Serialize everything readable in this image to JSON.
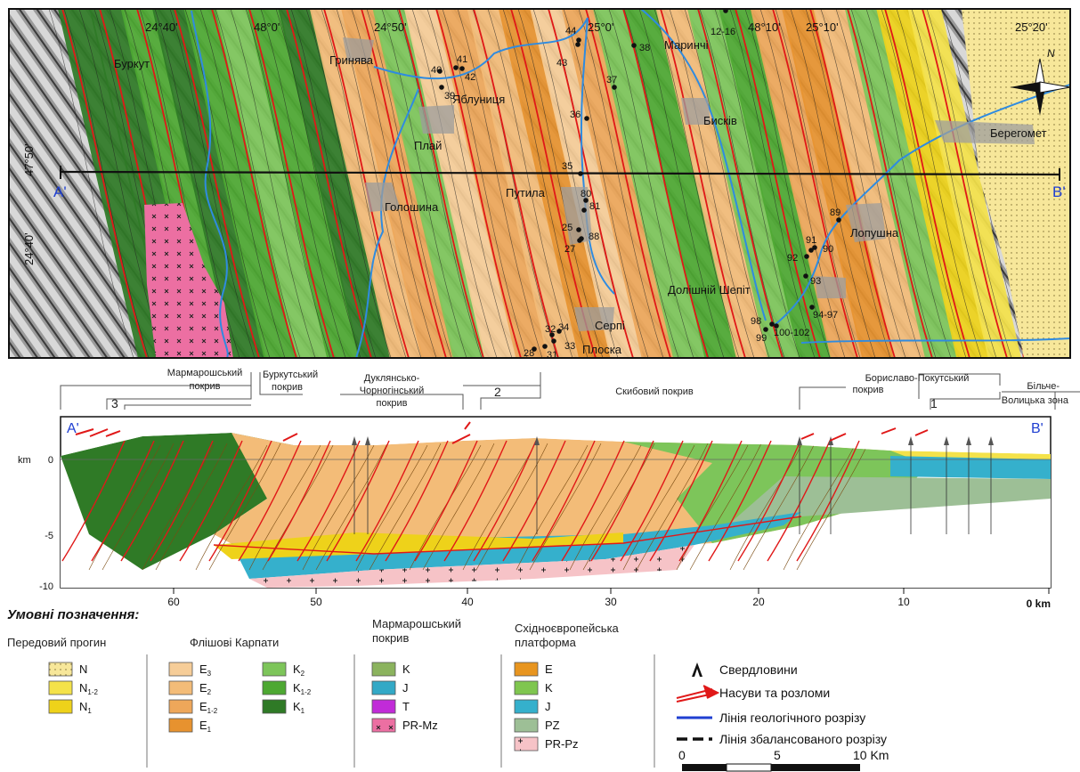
{
  "map": {
    "coords_top": [
      "24°40'",
      "48°0'",
      "24°50'",
      "25°0'",
      "48°10'",
      "25°10'",
      "25°20'"
    ],
    "coords_left": [
      "47°50'",
      "24°40'"
    ],
    "north_label": "N",
    "section_ends": {
      "left": "A'",
      "right": "B'"
    },
    "places": [
      "Буркут",
      "Гринява",
      "Яблуниця",
      "Плай",
      "Голошина",
      "Путила",
      "Маринчі",
      "Бисків",
      "Берегомет",
      "Лопушна",
      "Долішній Шепіт",
      "Серпі",
      "Плоска"
    ],
    "well_numbers": [
      "44",
      "43",
      "41",
      "40",
      "42",
      "39",
      "38",
      "37",
      "36",
      "12-16",
      "35",
      "80",
      "81",
      "25",
      "88",
      "27",
      "89",
      "91",
      "90",
      "92",
      "93",
      "94-97",
      "98",
      "99",
      "100-102",
      "32",
      "34",
      "33",
      "31",
      "28"
    ]
  },
  "structure": {
    "left_group": [
      "Мармарошський",
      "покрив"
    ],
    "marks": [
      "3",
      "2",
      "1"
    ],
    "units": [
      [
        "Буркутський",
        "покрив"
      ],
      [
        "Дуклянсько-",
        "Чорногінський",
        "покрив"
      ],
      [
        "Скибовий покрив"
      ],
      [
        "Бориславо-Покутський",
        "покрив"
      ],
      [
        "Більче-",
        "Волицька зона"
      ]
    ]
  },
  "section": {
    "ends": {
      "left": "A'",
      "right": "B'"
    },
    "depth_unit": "km",
    "depth_ticks": [
      "0",
      "-5",
      "-10"
    ],
    "distance_ticks": [
      "60",
      "50",
      "40",
      "30",
      "20",
      "10",
      "0 km"
    ]
  },
  "legend": {
    "title": "Умовні позначення:",
    "groups": [
      {
        "title": [
          "Передовий прогин"
        ],
        "items": [
          {
            "b": "N",
            "s": "",
            "color": "#f7e79a"
          },
          {
            "b": "N",
            "s": "1-2",
            "color": "#f4e24a"
          },
          {
            "b": "N",
            "s": "1",
            "color": "#eed21a"
          }
        ]
      },
      {
        "title": [
          "Флішові Карпати"
        ],
        "items": [
          {
            "b": "E",
            "s": "3",
            "color": "#f6cd98"
          },
          {
            "b": "E",
            "s": "2",
            "color": "#f3bc78"
          },
          {
            "b": "E",
            "s": "1-2",
            "color": "#eea75a"
          },
          {
            "b": "E",
            "s": "1",
            "color": "#e7922f"
          },
          {
            "b": "K",
            "s": "2",
            "color": "#7dc55a"
          },
          {
            "b": "K",
            "s": "1-2",
            "color": "#4da832"
          },
          {
            "b": "K",
            "s": "1",
            "color": "#2f7a26"
          }
        ]
      },
      {
        "title": [
          "Мармарошський",
          "покрив"
        ],
        "items": [
          {
            "b": "K",
            "s": "",
            "color": "#8bb35e"
          },
          {
            "b": "J",
            "s": "",
            "color": "#33a9c6"
          },
          {
            "b": "T",
            "s": "",
            "color": "#c12bd8"
          },
          {
            "b": "PR-Mz",
            "s": "",
            "color": "#ec6fa2"
          }
        ]
      },
      {
        "title": [
          "Східноєвропейська",
          "платформа"
        ],
        "items": [
          {
            "b": "E",
            "s": "",
            "color": "#e8951f"
          },
          {
            "b": "K",
            "s": "",
            "color": "#7fc64f"
          },
          {
            "b": "J",
            "s": "",
            "color": "#35b0cc"
          },
          {
            "b": "PZ",
            "s": "",
            "color": "#9dbf96"
          },
          {
            "b": "PR-Pz",
            "s": "",
            "color": "#f6c3c7"
          }
        ]
      }
    ],
    "symbols": [
      "Свердловини",
      "Насуви та розломи",
      "Лінія геологічного розрізу",
      "Лінія збалансованого розрізу"
    ],
    "scale": {
      "ticks": [
        "0",
        "5",
        "10 Km"
      ]
    }
  }
}
